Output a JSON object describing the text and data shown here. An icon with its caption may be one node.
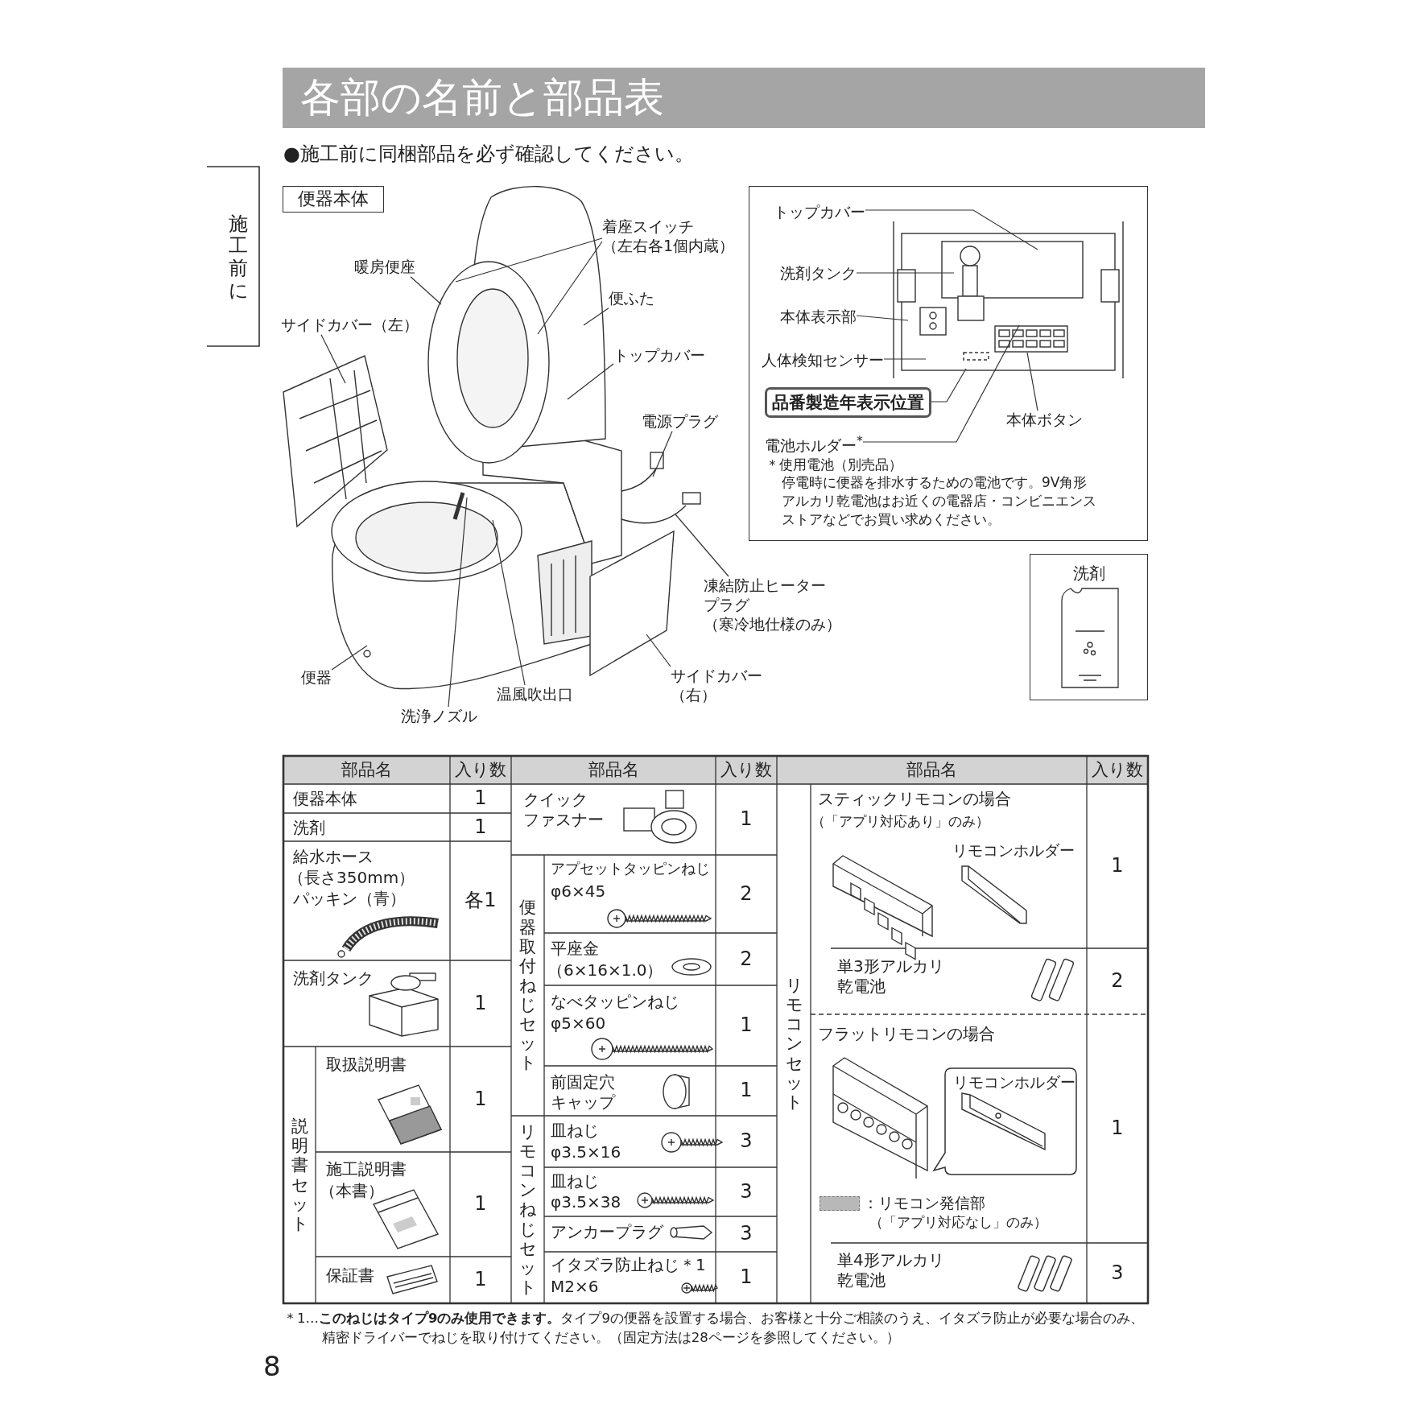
{
  "diagram": {
    "title": "各部の名前と部品表",
    "nodes": [
      {
        "text": [
          "便器本体"
        ]
      },
      {
        "text": [
          "着座スイッチ",
          "（左右各1個内蔵）"
        ]
      },
      {
        "text": [
          "暖房便座"
        ]
      },
      {
        "text": [
          "サイドカバー（左）"
        ]
      },
      {
        "text": [
          "便ふた"
        ]
      },
      {
        "text": [
          "トップカバー"
        ]
      },
      {
        "text": [
          "電源プラグ"
        ]
      },
      {
        "text": [
          "凍結防止ヒータープラグ",
          "（寒冷地仕様のみ）"
        ]
      },
      {
        "text": [
          "サイドカバー（右）"
        ]
      },
      {
        "text": [
          "便器"
        ]
      },
      {
        "text": [
          "温風吹出口"
        ]
      },
      {
        "text": [
          "洗浄ノズル"
        ]
      },
      {
        "text": [
          "＊使用電池（別売品）",
          "停電時に便器を排水するための電池です。9V角形アルカリ乾電池はお近くの電器店・コンビニエンスストアなどでお買い求めください。"
        ]
      },
      {
        "text": [
          "トップカバー"
        ],
        "in": 12
      },
      {
        "text": [
          "洗剤タンク"
        ],
        "in": 12
      },
      {
        "text": [
          "本体表示部"
        ],
        "in": 12
      },
      {
        "text": [
          "人体検知センサー"
        ],
        "in": 12
      },
      {
        "text": [
          "品番製造年表示位置"
        ],
        "in": 12
      },
      {
        "text": [
          "本体ボタン"
        ],
        "in": 12
      },
      {
        "text": [
          "電池ホルダー$^{*}$"
        ],
        "in": 12
      },
      {
        "text": [
          "洗剤"
        ]
      },
      {
        "text": [
          "リモコンホルダー"
        ]
      }
    ],
    "edges": [
      {
        "from": 1,
        "to": null,
        "arrow": "none"
      },
      {
        "from": 1,
        "to": null,
        "arrow": "none"
      },
      {
        "from": 2,
        "to": null,
        "arrow": "none"
      },
      {
        "from": 3,
        "to": null,
        "arrow": "none"
      },
      {
        "from": 4,
        "to": null,
        "arrow": "none"
      },
      {
        "from": 5,
        "to": null,
        "arrow": "none"
      },
      {
        "from": 6,
        "to": null,
        "arrow": "none"
      },
      {
        "from": 7,
        "to": null,
        "arrow": "none"
      },
      {
        "from": 8,
        "to": null,
        "arrow": "none"
      },
      {
        "from": 9,
        "to": null,
        "arrow": "none"
      },
      {
        "from": 10,
        "to": null,
        "arrow": "none"
      },
      {
        "from": 11,
        "to": null,
        "arrow": "none"
      },
      {
        "from": 13,
        "to": null,
        "arrow": "none"
      },
      {
        "from": 14,
        "to": null,
        "arrow": "none"
      },
      {
        "from": 15,
        "to": null,
        "arrow": "none"
      },
      {
        "from": 16,
        "to": null,
        "arrow": "none"
      },
      {
        "from": 17,
        "to": null,
        "arrow": "none"
      },
      {
        "from": 18,
        "to": null,
        "arrow": "none"
      },
      {
        "from": 19,
        "to": null,
        "arrow": "none"
      }
    ],
    "labels": [
      "施工前に",
      "●施工前に同梱部品を必ず確認してください。",
      "部品名",
      "入り数",
      "部品名",
      "入り数",
      "部品名",
      "入り数",
      "便器本体",
      "1",
      "クイックファスナー",
      "1",
      "リモコンセット",
      "スティックリモコンの場合",
      "（「アプリ対応あり」のみ）",
      "リモコンホルダー",
      "1",
      "洗剤",
      "1",
      "給水ホース",
      "（長さ350mm）",
      "パッキン（青）",
      "各1",
      "便器取付ねじセット",
      "アプセットタッピンねじ",
      "φ6×45",
      "2",
      "平座金",
      "（6×16×1.0）",
      "2",
      "洗剤タンク",
      "1",
      "単3形アルカリ乾電池",
      "2",
      "なべタッピンねじ",
      "φ5×60",
      "1",
      "フラットリモコンの場合",
      "（「アプリ対応なし」のみ）",
      "1",
      "説明書セット",
      "取扱説明書",
      "1",
      "前固定穴キャップ",
      "1",
      "リモコンねじセット",
      "皿ねじ",
      "φ3.5×16",
      "3",
      "施工説明書",
      "（本書）",
      "1",
      "皿ねじ",
      "φ3.5×38",
      "3",
      "アンカープラグ",
      "3",
      "保証書",
      "1",
      "イタズラ防止ねじ＊1",
      "M2×6",
      "1",
      "単4形アルカリ乾電池",
      "3",
      "＊1…**このねじはタイプ9のみ使用できます。**タイプ9の便器を設置する場合、お客様と十分ご相談のうえ、イタズラ防止が必要な場合のみ、精密ドライバーでねじを取り付けてください。（固定方法は28ページを参照してください。）",
      "8"
    ],
    "legend": [
      {
        "text": "：リモコン発信部",
        "color": "#b8b8b8"
      }
    ]
  }
}
